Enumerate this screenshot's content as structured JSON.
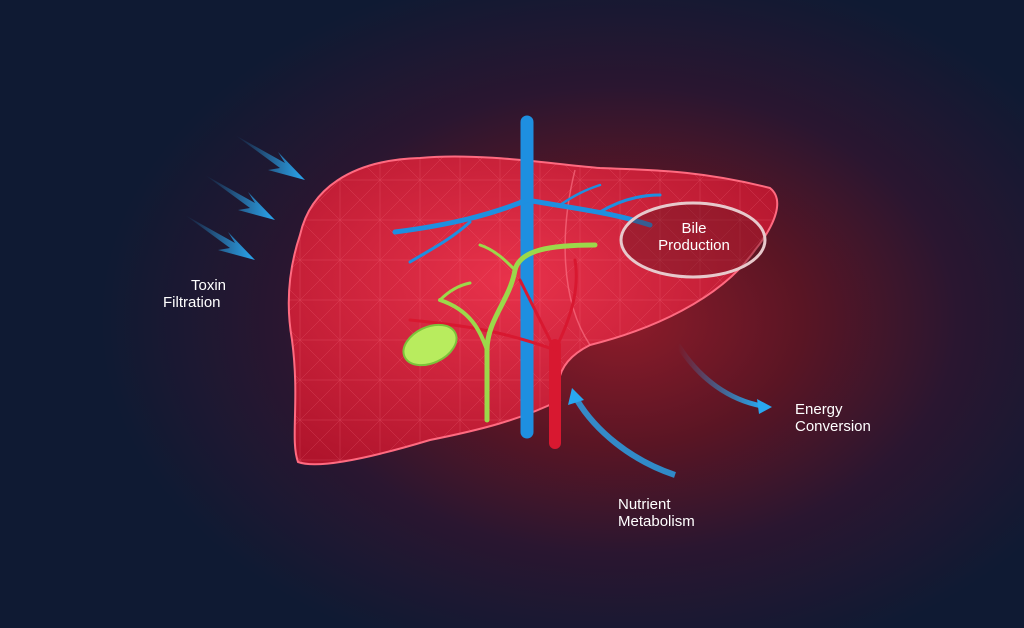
{
  "labels": {
    "toxin": [
      "Toxin",
      "Filtration"
    ],
    "bile": [
      "Bile",
      "Production"
    ],
    "energy": [
      "Energy",
      "Conversion"
    ],
    "nutrient": [
      "Nutrient",
      "Metabolism"
    ]
  },
  "colors": {
    "background": "#0f1a33",
    "glow": "#8e1c2a",
    "liver": "#e5233f",
    "vein": "#1e8fe0",
    "artery": "#d81830",
    "bile_duct": "#9cd84a",
    "arrow": "#29a8f0"
  }
}
